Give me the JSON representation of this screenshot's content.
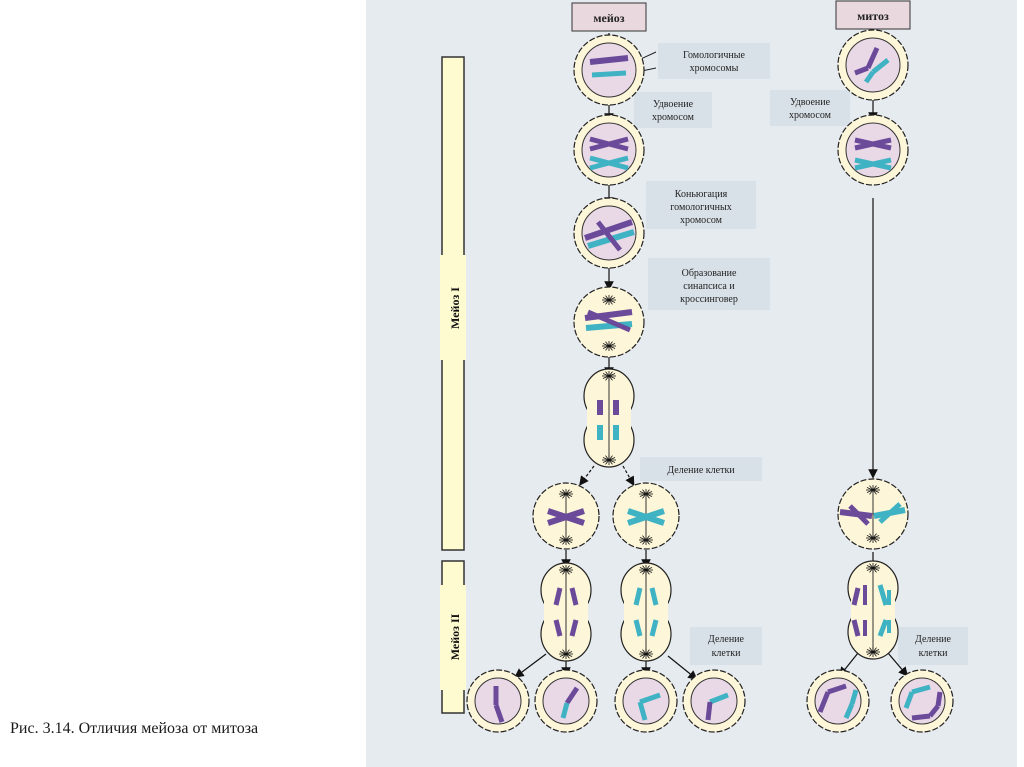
{
  "caption": "Рис. 3.14. Отличия мейоза от митоза",
  "diagram": {
    "columns": {
      "meiosis": "мейоз",
      "mitosis": "митоз"
    },
    "phase_bars": {
      "meiosis_1": "Мейоз I",
      "meiosis_2": "Мейоз II"
    },
    "labels": {
      "homologous": [
        "Гомологичные",
        "хромосомы"
      ],
      "duplication_meiosis": [
        "Удвоение",
        "хромосом"
      ],
      "duplication_mitosis": [
        "Удвоение",
        "хромосом"
      ],
      "conjugation": [
        "Коньюгация",
        "гомологичных",
        "хромосом"
      ],
      "synapsis": [
        "Образование",
        "синапсиса и",
        "кроссинговер"
      ],
      "division_1": "Деление клетки",
      "division_2": [
        "Деление",
        "клетки"
      ],
      "division_mitosis": [
        "Деление",
        "клетки"
      ]
    },
    "colors": {
      "panel_bg": "#e6ebf0",
      "cell_outer": "#fdf6d8",
      "cell_inner": "#e9d8e6",
      "chromosome_purple": "#6b4a9a",
      "chromosome_teal": "#3fb3c4",
      "label_box": "#d9e1e8",
      "header_box": "#ead8df",
      "phase_bar": "#fffbd0"
    },
    "result": {
      "meiosis_daughter_cells": 4,
      "mitosis_daughter_cells": 2
    }
  }
}
